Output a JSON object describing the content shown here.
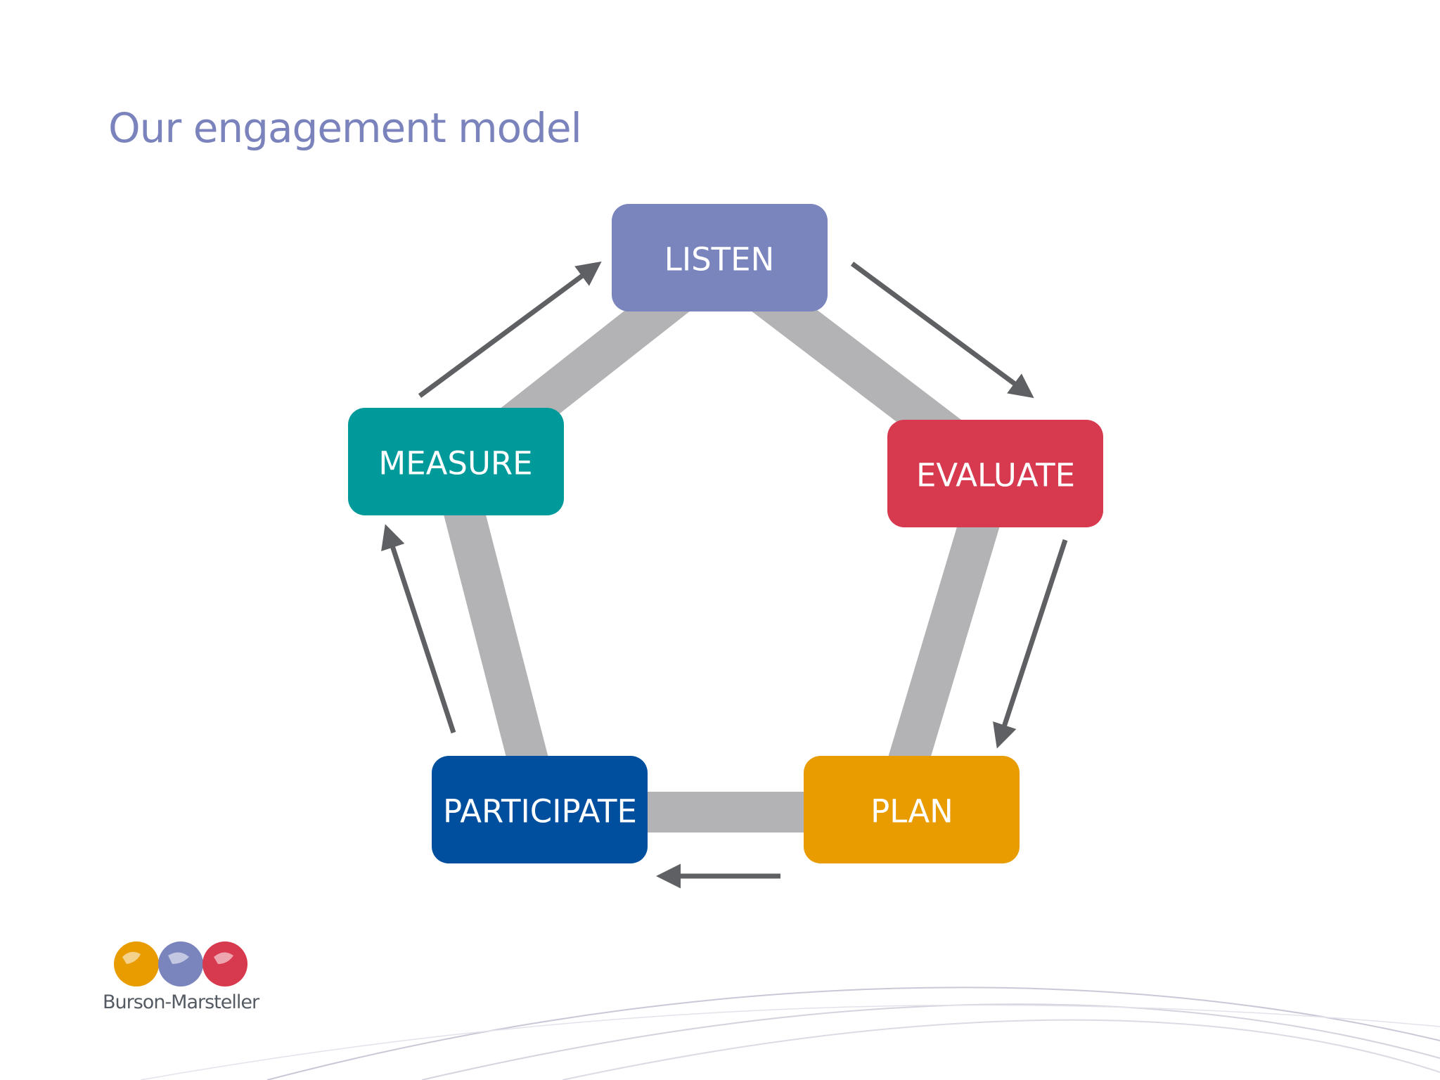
{
  "slide": {
    "title": "Our engagement model"
  },
  "diagram": {
    "stages": [
      {
        "id": "listen",
        "label": "LISTEN",
        "color": "#7a84bd"
      },
      {
        "id": "evaluate",
        "label": "EVALUATE",
        "color": "#d7394f"
      },
      {
        "id": "plan",
        "label": "PLAN",
        "color": "#e89c00"
      },
      {
        "id": "participate",
        "label": "PARTICIPATE",
        "color": "#004f9f"
      },
      {
        "id": "measure",
        "label": "MEASURE",
        "color": "#009a9a"
      }
    ],
    "ring_color": "#b3b3b5",
    "arrow_color": "#5f6063"
  },
  "brand": {
    "name": "Burson-Marsteller",
    "globe_colors": [
      "#e89c00",
      "#7a84bd",
      "#d7394f"
    ]
  }
}
